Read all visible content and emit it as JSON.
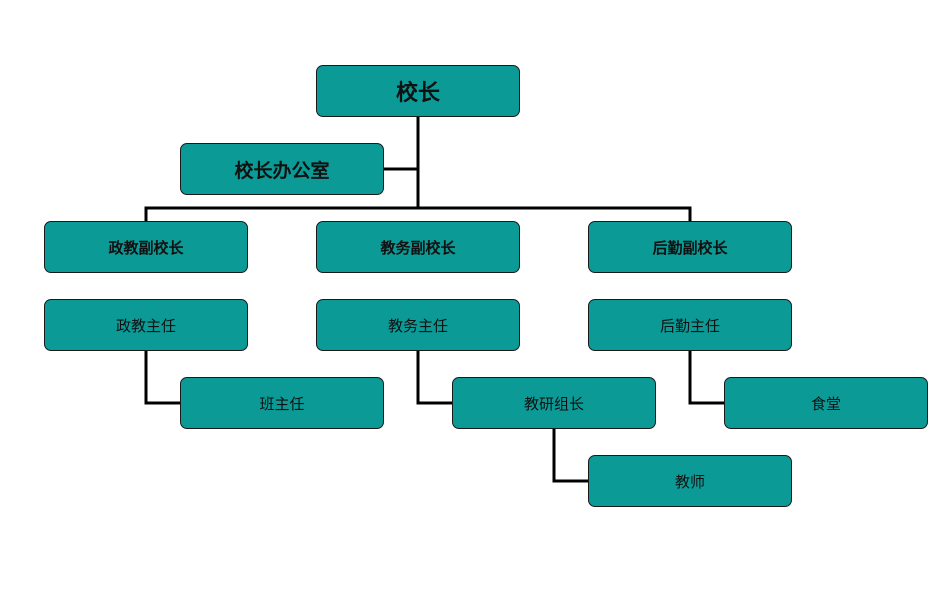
{
  "org_chart": {
    "principal": "校长",
    "principal_office": "校长办公室",
    "vice_principals": {
      "political": "政教副校长",
      "academic": "教务副校长",
      "logistics": "后勤副校长"
    },
    "directors": {
      "political": "政教主任",
      "academic": "教务主任",
      "logistics": "后勤主任"
    },
    "staff": {
      "homeroom_teacher": "班主任",
      "research_group_leader": "教研组长",
      "canteen": "食堂",
      "teacher": "教师"
    }
  },
  "colors": {
    "node_fill": "#0b9a96",
    "node_border": "#1a1a1a",
    "connector": "#000000",
    "background": "#ffffff"
  }
}
